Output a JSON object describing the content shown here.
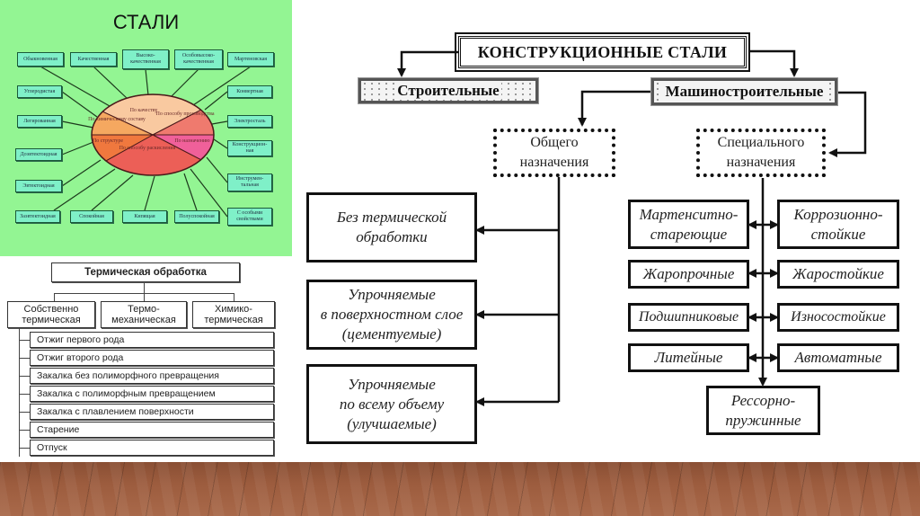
{
  "steel_classification": {
    "title": "СТАЛИ",
    "categories_top": [
      "Обыкновенная",
      "Качественная",
      "Высоко-качественная",
      "Особовысоко-качественная",
      "Мартеновская"
    ],
    "categories_left": [
      "Углеродистая",
      "Легированная",
      "Доэвтектоидная",
      "Эвтектоидная",
      "Заэвтектоидная"
    ],
    "categories_right": [
      "Конвертная",
      "Электросталь",
      "Конструкцион-ная",
      "Инструмен-тальная",
      "С особыми свойствами"
    ],
    "categories_bottom": [
      "Спокойная",
      "Кипящая",
      "Полуспокойная"
    ],
    "pie_segments": [
      {
        "label": "По качеству",
        "color": "#f9c9a0"
      },
      {
        "label": "По химическому составу",
        "color": "#f5a860"
      },
      {
        "label": "По способу производства",
        "color": "#ef7a6e"
      },
      {
        "label": "По назначению",
        "color": "#f0609a"
      },
      {
        "label": "По способу раскисления",
        "color": "#ec5f57"
      },
      {
        "label": "По структуре",
        "color": "#f0783e"
      }
    ]
  },
  "heat_treatment": {
    "title": "Термическая обработка",
    "types": [
      "Собственно термическая",
      "Термо-механическая",
      "Химико-термическая"
    ],
    "types_lines": [
      [
        "Собственно",
        "термическая"
      ],
      [
        "Термо-",
        "механическая"
      ],
      [
        "Химико-",
        "термическая"
      ]
    ],
    "items": [
      "Отжиг первого рода",
      "Отжиг второго рода",
      "Закалка без полиморфного превращения",
      "Закалка с полиморфным превращением",
      "Закалка с плавлением поверхности",
      "Старение",
      "Отпуск"
    ]
  },
  "structural_steels": {
    "title": "КОНСТРУКЦИОННЫЕ СТАЛИ",
    "branch_left": "Строительные",
    "branch_right": "Машиностроительные",
    "general_purpose": "Общего назначения",
    "special_purpose": "Специального назначения",
    "general_items": [
      "Без термической обработки",
      "Упрочняемые в поверхностном слое (цементуемые)",
      "Упрочняемые по всему объему (улучшаемые)"
    ],
    "general_items_lines": [
      [
        "Без термической",
        "обработки"
      ],
      [
        "Упрочняемые",
        "в поверхностном слое",
        "(цементуемые)"
      ],
      [
        "Упрочняемые",
        "по всему объему",
        "(улучшаемые)"
      ]
    ],
    "special_left": [
      "Мартенситно-стареющие",
      "Жаропрочные",
      "Подшипниковые",
      "Литейные"
    ],
    "special_right": [
      "Коррозионно-стойкие",
      "Жаростойкие",
      "Износостойкие",
      "Автоматные"
    ],
    "special_bottom": "Рессорно-пружинные"
  }
}
